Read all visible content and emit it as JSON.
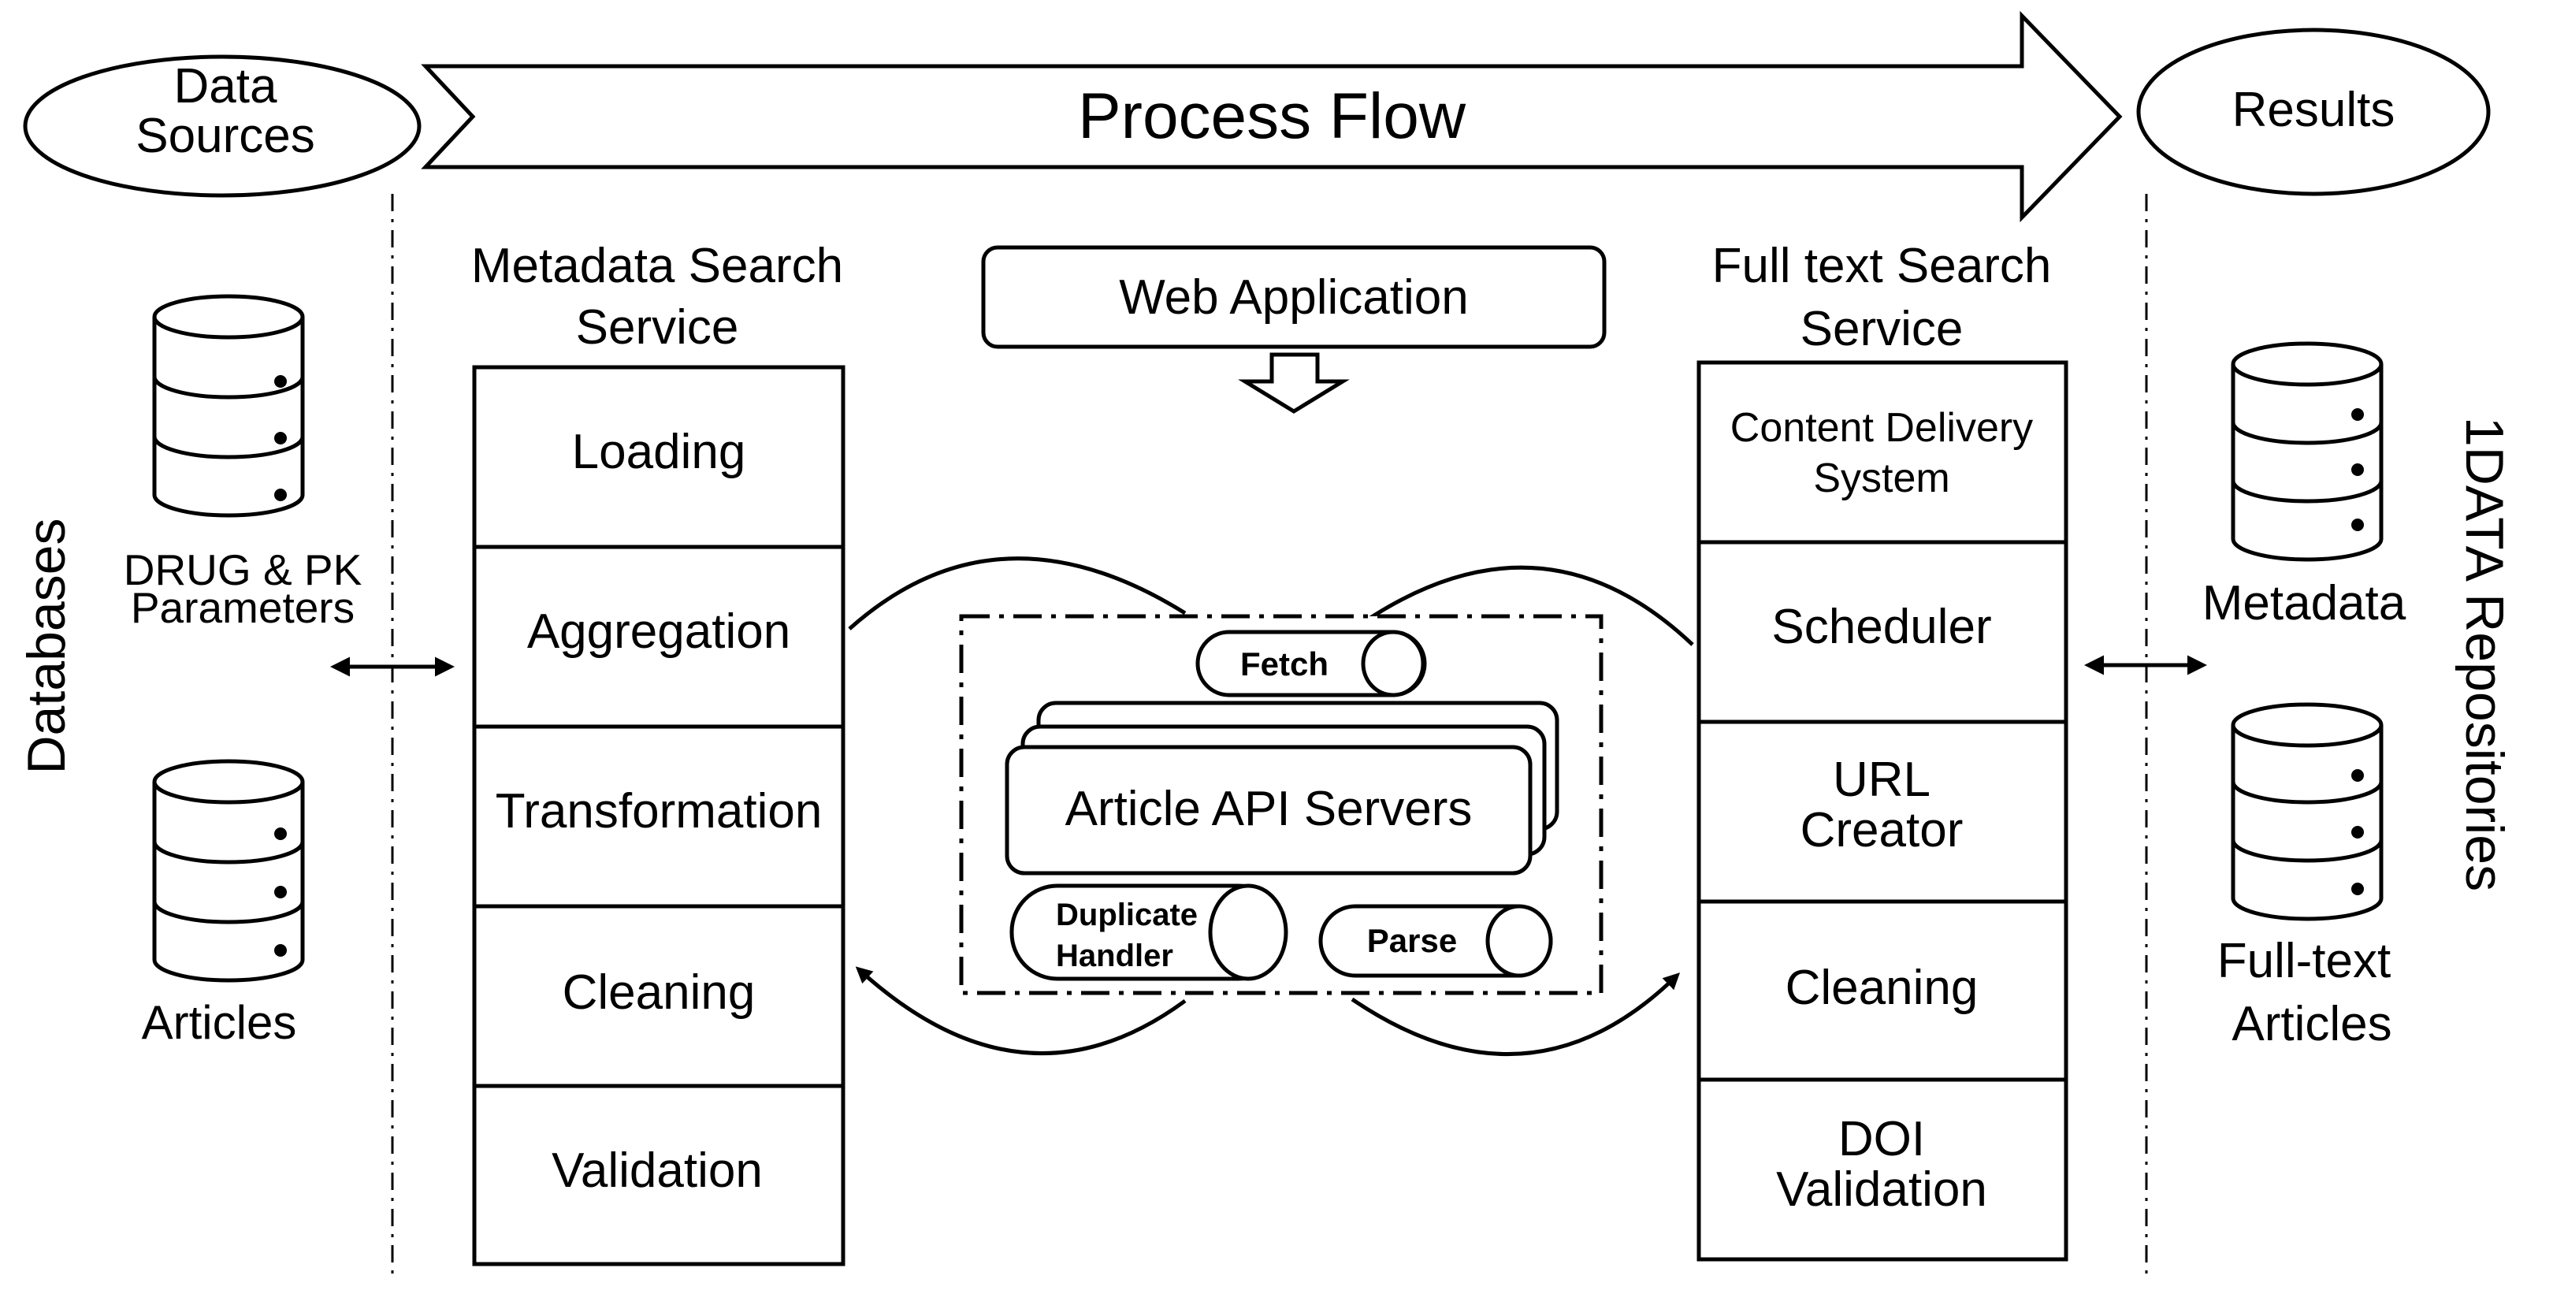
{
  "header": {
    "data_sources_line1": "Data",
    "data_sources_line2": "Sources",
    "process_flow": "Process Flow",
    "results": "Results"
  },
  "left": {
    "side_label": "Databases",
    "db1_label_line1": "DRUG & PK",
    "db1_label_line2": "Parameters",
    "db2_label": "Articles"
  },
  "metadata_service": {
    "title_line1": "Metadata Search",
    "title_line2": "Service",
    "stages": [
      "Loading",
      "Aggregation",
      "Transformation",
      "Cleaning",
      "Validation"
    ]
  },
  "center": {
    "web_application": "Web Application",
    "fetch": "Fetch",
    "article_api_servers": "Article API Servers",
    "duplicate_line1": "Duplicate",
    "duplicate_line2": "Handler",
    "parse": "Parse"
  },
  "fulltext_service": {
    "title_line1": "Full text Search",
    "title_line2": "Service",
    "stage1_line1": "Content Delivery",
    "stage1_line2": "System",
    "stage2": "Scheduler",
    "stage3_line1": "URL",
    "stage3_line2": "Creator",
    "stage4": "Cleaning",
    "stage5_line1": "DOI",
    "stage5_line2": "Validation"
  },
  "right": {
    "side_label": "1DATA Repositories",
    "db1_label": "Metadata",
    "db2_label_line1": "Full-text",
    "db2_label_line2": "Articles"
  }
}
